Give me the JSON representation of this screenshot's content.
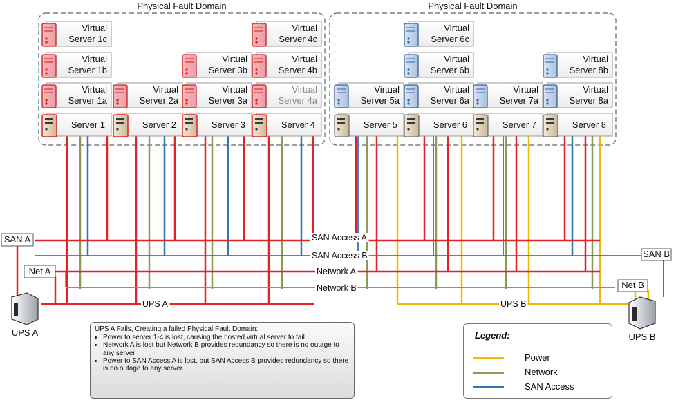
{
  "domains": [
    {
      "label": "Physical Fault Domain"
    },
    {
      "label": "Physical Fault Domain"
    }
  ],
  "virtual_servers": [
    {
      "line1": "Virtual",
      "line2": "Server 1c",
      "color": "red"
    },
    {
      "line1": "Virtual",
      "line2": "Server 1b",
      "color": "red"
    },
    {
      "line1": "Virtual",
      "line2": "Server 1a",
      "color": "red"
    },
    {
      "line1": "Virtual",
      "line2": "Server 2a",
      "color": "red"
    },
    {
      "line1": "Virtual",
      "line2": "Server 3b",
      "color": "red"
    },
    {
      "line1": "Virtual",
      "line2": "Server 3a",
      "color": "red"
    },
    {
      "line1": "Virtual",
      "line2": "Server 4c",
      "color": "red"
    },
    {
      "line1": "Virtual",
      "line2": "Server 4b",
      "color": "red"
    },
    {
      "line1": "Virtual",
      "line2": "Server 4a",
      "color": "red",
      "dim": true
    },
    {
      "line1": "Virtual",
      "line2": "Server 6c",
      "color": "blue"
    },
    {
      "line1": "Virtual",
      "line2": "Server 6b",
      "color": "blue"
    },
    {
      "line1": "Virtual",
      "line2": "Server 5a",
      "color": "blue"
    },
    {
      "line1": "Virtual",
      "line2": "Server 6a",
      "color": "blue"
    },
    {
      "line1": "Virtual",
      "line2": "Server 7a",
      "color": "blue"
    },
    {
      "line1": "Virtual",
      "line2": "Server 8b",
      "color": "blue"
    },
    {
      "line1": "Virtual",
      "line2": "Server 8a",
      "color": "blue"
    }
  ],
  "servers": [
    {
      "label": "Server 1",
      "failed": true
    },
    {
      "label": "Server 2",
      "failed": true
    },
    {
      "label": "Server 3",
      "failed": true
    },
    {
      "label": "Server 4",
      "failed": true
    },
    {
      "label": "Server 5",
      "failed": false
    },
    {
      "label": "Server 6",
      "failed": false
    },
    {
      "label": "Server 7",
      "failed": false
    },
    {
      "label": "Server 8",
      "failed": false
    }
  ],
  "buses": {
    "san_a": "SAN Access A",
    "san_b": "SAN Access B",
    "net_a": "Network A",
    "net_b": "Network B",
    "ups_a": "UPS A",
    "ups_b": "UPS B"
  },
  "endpoints": {
    "san_a": "SAN A",
    "net_a": "Net A",
    "san_b": "SAN B",
    "net_b": "Net B",
    "ups_a": "UPS A",
    "ups_b": "UPS B"
  },
  "note": {
    "title": "UPS A Fails, Creating a failed Physical Fault Domain:",
    "bullets": [
      "Power to server 1-4 is lost, causing the hosted virtual server to fail",
      "Network A is lost but Network B provides redundancy so there is no outage to any server",
      "Power to SAN Access A is lost, but SAN Access B provides redundancy so there is no outage to any server"
    ]
  },
  "legend": {
    "title": "Legend:",
    "items": [
      {
        "label": "Power",
        "color": "#f5b800"
      },
      {
        "label": "Network",
        "color": "#8a9a5b"
      },
      {
        "label": "SAN Access",
        "color": "#2e75b6"
      }
    ]
  },
  "colors": {
    "failed": "#e32127",
    "power": "#f5b800",
    "network": "#8a9a5b",
    "san": "#2e75b6",
    "domain_border": "#556677"
  }
}
